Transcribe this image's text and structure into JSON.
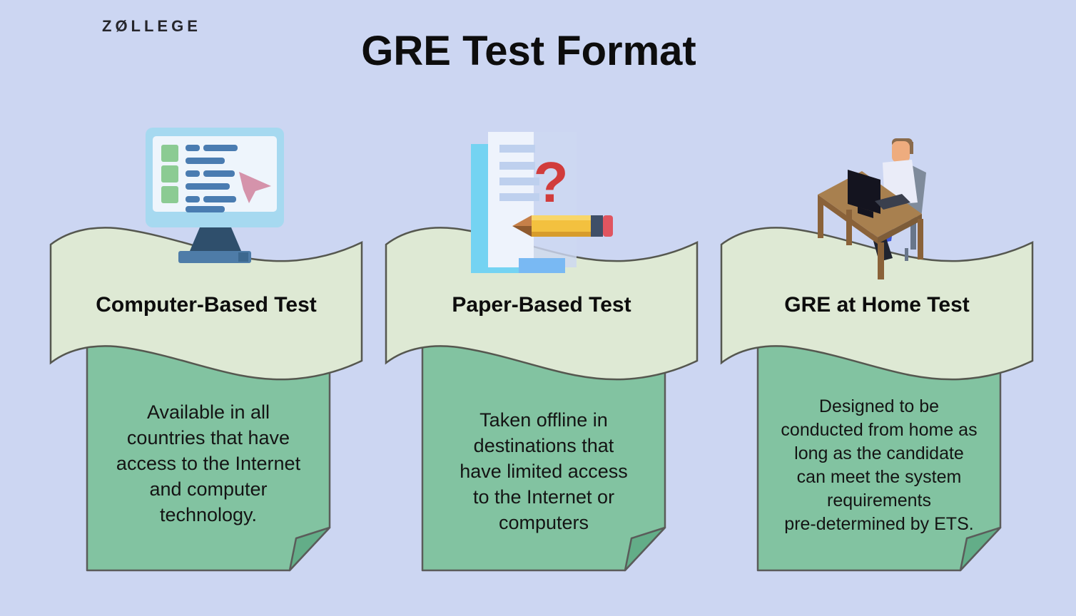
{
  "header": {
    "logo_text": "ZØLLEGE",
    "title": "GRE Test Format"
  },
  "palette": {
    "background": "#ccd6f2",
    "banner_fill": "#dee9d4",
    "banner_stroke": "#55574f",
    "card_fill": "#82c3a1",
    "card_fold": "#63ad88",
    "card_stroke": "#5a5c5a",
    "text": "#141414"
  },
  "columns": [
    {
      "icon": "computer-monitor-icon",
      "banner_label": "Computer-Based Test",
      "description": "Available in all\ncountries that have\naccess to the Internet\nand computer\ntechnology."
    },
    {
      "icon": "paper-question-pencil-icon",
      "icon_glyph": "?",
      "banner_label": "Paper-Based Test",
      "description": "Taken offline in\ndestinations that\nhave limited access\nto the Internet or\ncomputers"
    },
    {
      "icon": "person-at-desk-icon",
      "banner_label": "GRE at Home Test",
      "description": "Designed to be\nconducted from home as\nlong as the candidate\ncan meet the system\nrequirements\npre-determined by ETS."
    }
  ]
}
